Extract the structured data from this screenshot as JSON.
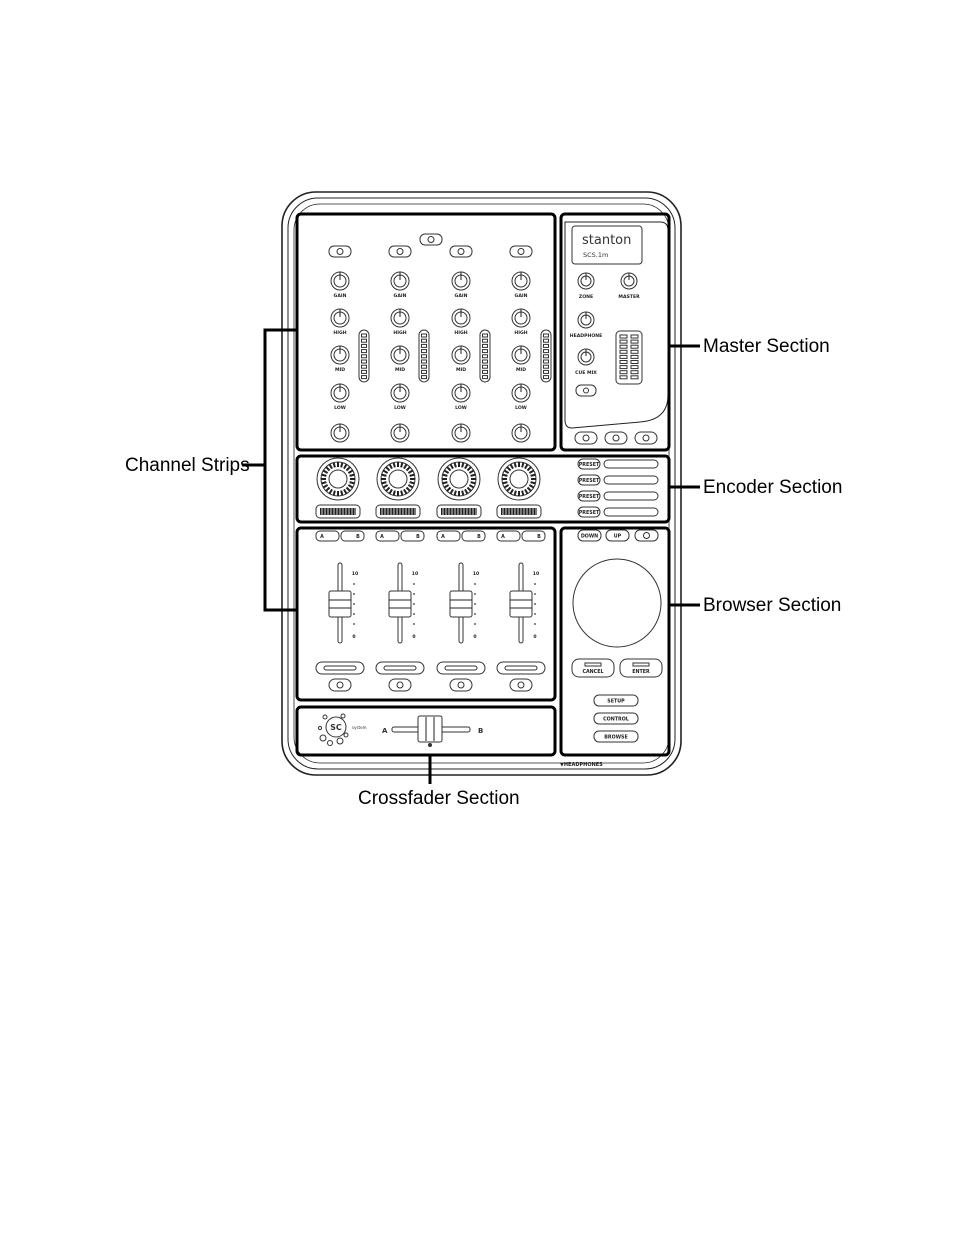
{
  "device": {
    "brand": "stanton",
    "model": "SCS.1m"
  },
  "section_labels": {
    "channel_strips": "Channel Strips",
    "master": "Master Section",
    "encoder": "Encoder Section",
    "browser": "Browser Section",
    "crossfader": "Crossfader Section"
  },
  "channel": {
    "knob_labels": [
      "GAIN",
      "HIGH",
      "MID",
      "LOW"
    ],
    "a_label": "A",
    "b_label": "B",
    "scale_top": "10",
    "scale_bottom": "0",
    "count": 4
  },
  "master": {
    "zone": "ZONE",
    "master": "MASTER",
    "headphone": "HEADPHONE",
    "cue_mix": "CUE MIX"
  },
  "encoder": {
    "preset_label": "PRESET",
    "preset_count": 4
  },
  "browser": {
    "down": "DOWN",
    "up": "UP",
    "cancel": "CANCEL",
    "enter": "ENTER",
    "setup": "SETUP",
    "control": "CONTROL",
    "browse": "BROWSE"
  },
  "crossfader": {
    "a": "A",
    "b": "B",
    "logo_text": "SC",
    "logo_sub": "system"
  },
  "headphones_label": "▼HEADPHONES"
}
